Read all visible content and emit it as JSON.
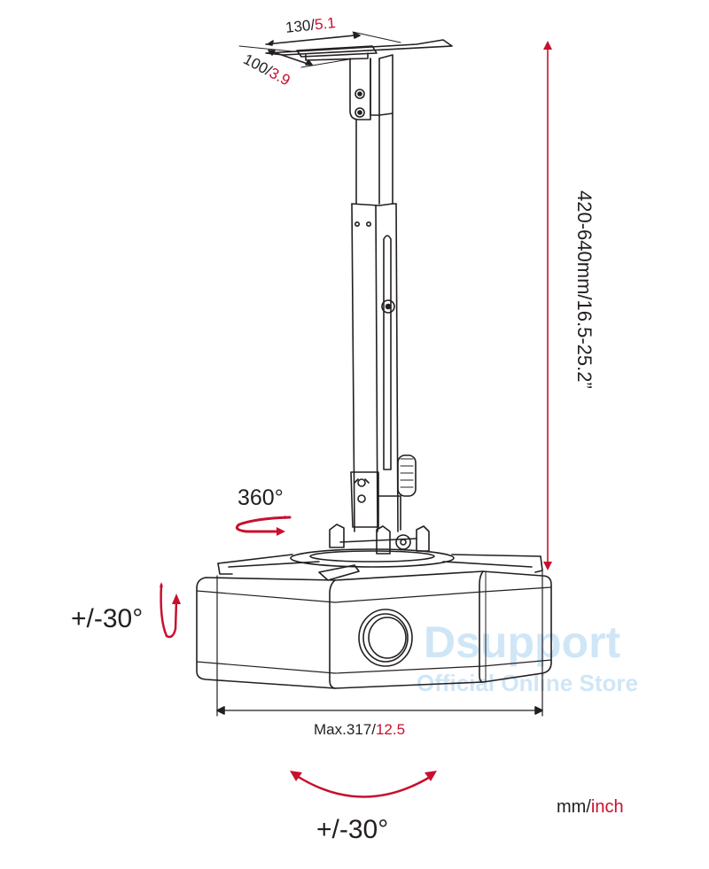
{
  "diagram": {
    "subject": "Projector ceiling mount",
    "dimensions": {
      "plate_width": {
        "mm": "130",
        "sep": "/",
        "inch": "5.1"
      },
      "plate_depth": {
        "mm": "100",
        "sep": "/",
        "inch": "3.9"
      },
      "height_range": "420-640mm/16.5-25.2”",
      "max_width": {
        "prefix": "Max.317",
        "sep": "/",
        "inch": "12.5"
      }
    },
    "rotations": {
      "swivel": "360°",
      "tilt": "+/-30°",
      "pan": "+/-30°"
    },
    "units_legend": {
      "mm": "mm/",
      "inch": "inch"
    },
    "watermark": {
      "line1": "Dsupport",
      "line2": "Official Online Store"
    },
    "colors": {
      "line": "#231f20",
      "accent": "#c8102e",
      "watermark": "#cfe6f7"
    }
  }
}
